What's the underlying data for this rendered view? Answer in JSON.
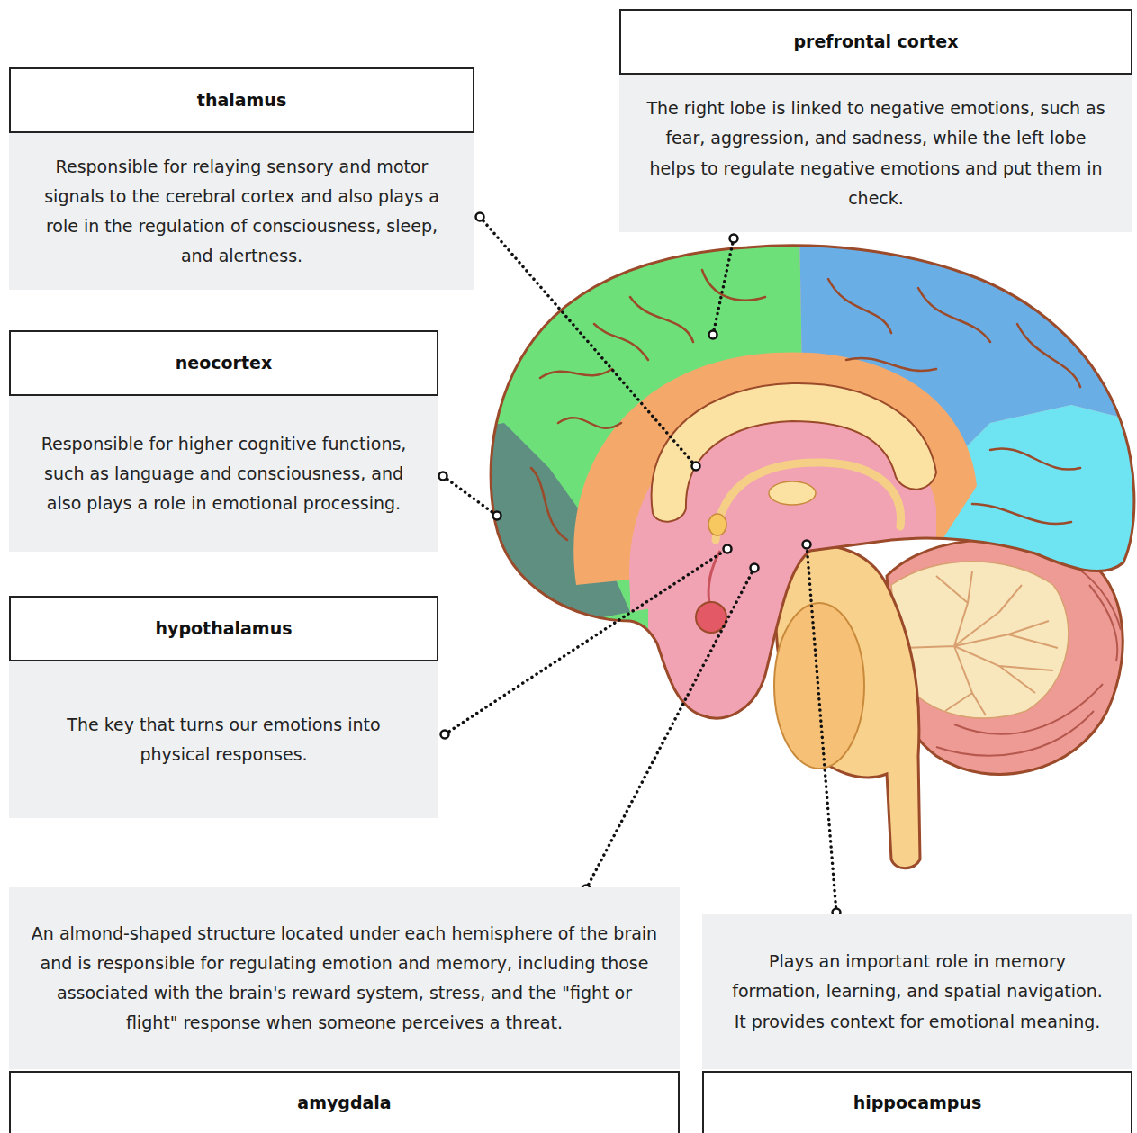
{
  "diagram": {
    "nodes": [
      {
        "text": [
          "thalamus",
          "Responsible for relaying sensory and motor signals to the cerebral cortex and also plays a role in the regulation of consciousness, sleep, and alertness."
        ]
      },
      {
        "text": [
          "prefrontal cortex",
          "The right lobe is linked to negative emotions, such as fear, aggression, and sadness, while the left lobe helps to regulate negative emotions and put them in check."
        ]
      },
      {
        "text": [
          "neocortex",
          "Responsible for higher cognitive functions, such as language and consciousness, and also plays a role in emotional processing."
        ]
      },
      {
        "text": [
          "hypothalamus",
          "The key that turns our emotions into physical responses."
        ]
      },
      {
        "text": [
          "An almond-shaped structure located under each hemisphere of the brain and is responsible for regulating emotion and memory, including those associated with the brain's reward system, stress, and the \"fight or flight\" response when someone perceives a threat.",
          "amygdala"
        ]
      },
      {
        "text": [
          "Plays an important role in memory formation, learning, and spatial navigation. It provides context for emotional meaning.",
          "hippocampus"
        ]
      }
    ]
  }
}
